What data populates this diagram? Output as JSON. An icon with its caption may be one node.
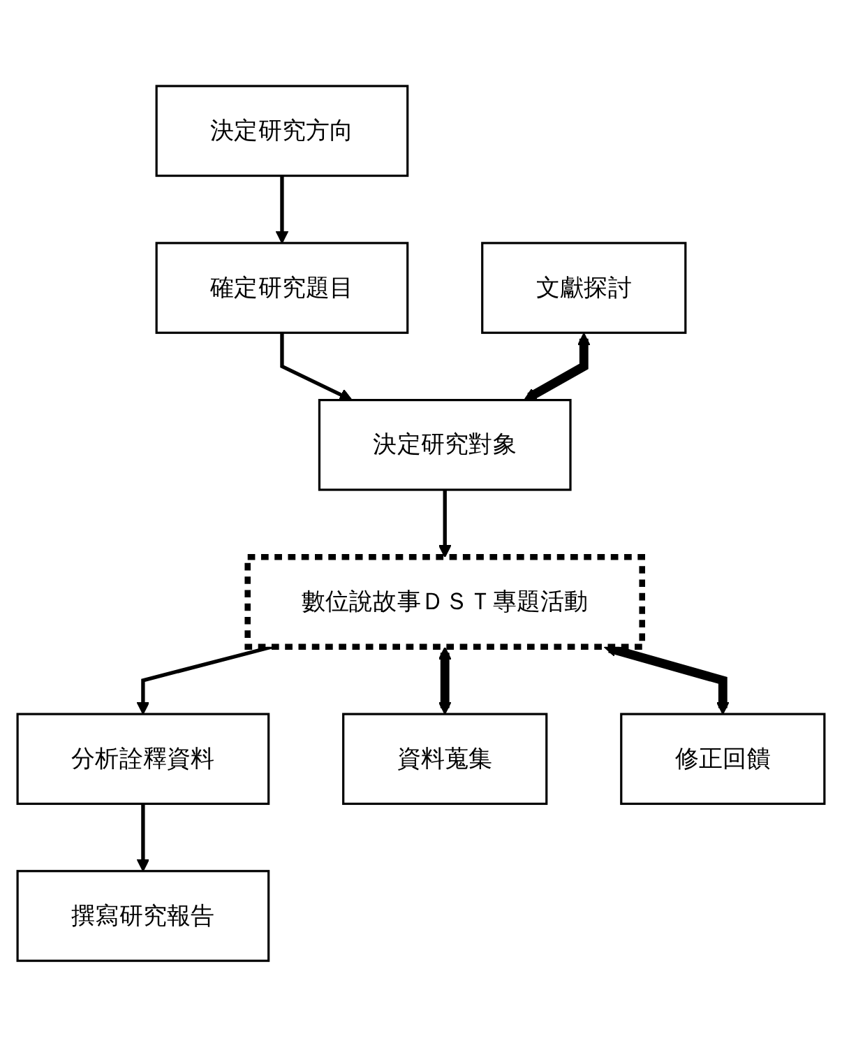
{
  "diagram": {
    "nodes": [
      {
        "text": [
          "決定研究方向"
        ]
      },
      {
        "text": [
          "確定研究題目"
        ]
      },
      {
        "text": [
          "決定研究對象"
        ]
      },
      {
        "text": [
          "數位說故事ＤＳＴ專題活動"
        ]
      },
      {
        "text": [
          "分析詮釋資料"
        ]
      },
      {
        "text": [
          "撰寫研究報告"
        ]
      },
      {
        "text": [
          "文獻探討"
        ]
      },
      {
        "text": [
          "資料蒐集"
        ]
      },
      {
        "text": [
          "修正回饋"
        ]
      }
    ],
    "edges": [
      {
        "from": 0,
        "to": 1,
        "arrow": "to"
      },
      {
        "from": 1,
        "to": 2,
        "arrow": "to"
      },
      {
        "from": 2,
        "to": 3,
        "arrow": "to"
      },
      {
        "from": 3,
        "to": 4,
        "arrow": "to"
      },
      {
        "from": 4,
        "to": 5,
        "arrow": "to"
      },
      {
        "from": 6,
        "to": 2,
        "arrow": "both",
        "style": "thick"
      },
      {
        "from": 3,
        "to": 7,
        "arrow": "both",
        "style": "thick"
      },
      {
        "from": 3,
        "to": 8,
        "arrow": "both",
        "style": "thick"
      }
    ]
  }
}
